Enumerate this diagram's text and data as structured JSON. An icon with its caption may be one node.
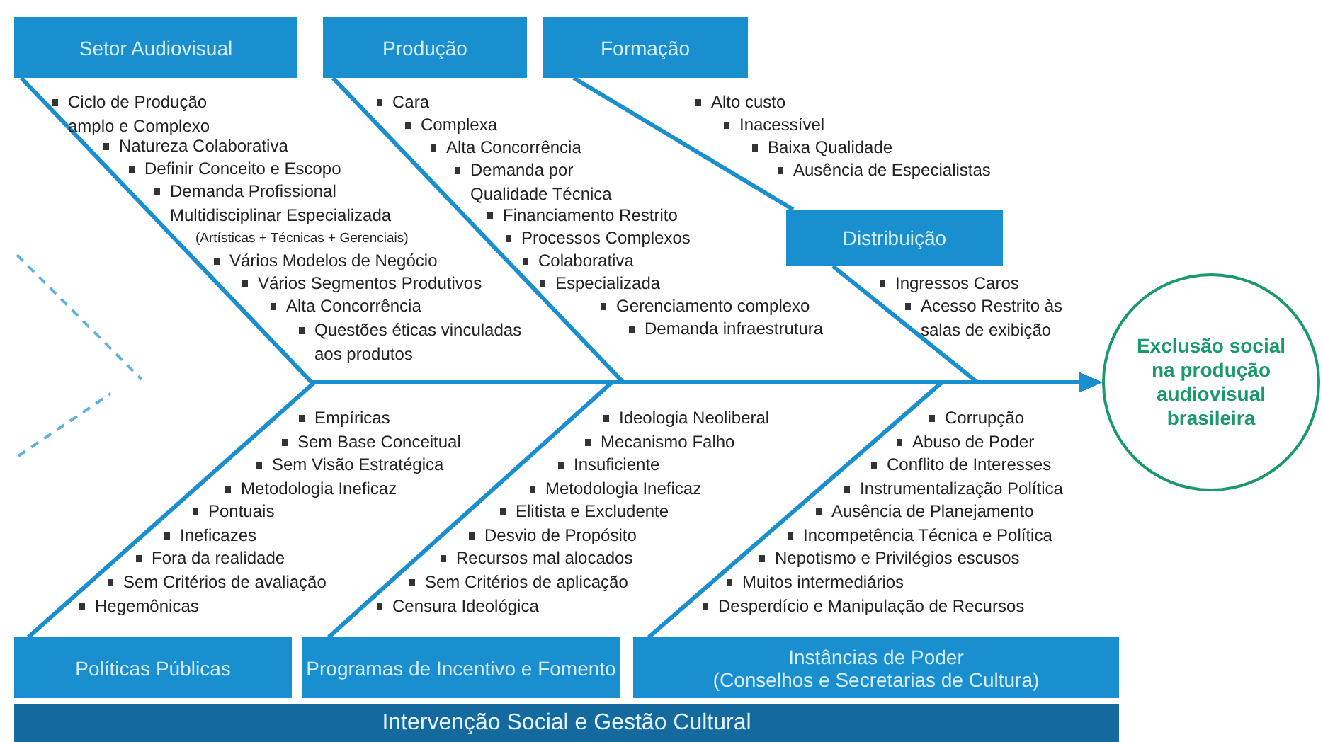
{
  "diagram": {
    "nodes": [
      {
        "text": [
          "Setor Audiovisual"
        ]
      },
      {
        "text": [
          "Produção"
        ]
      },
      {
        "text": [
          "Formação"
        ]
      },
      {
        "text": [
          "Distribuição"
        ]
      },
      {
        "text": [
          "Políticas Públicas"
        ]
      },
      {
        "text": [
          "Programas de Incentivo e Fomento"
        ]
      },
      {
        "text": [
          "Instâncias de Poder",
          "(Conselhos e Secretarias de Cultura)"
        ]
      },
      {
        "text": [
          "Intervenção Social e Gestão Cultural"
        ]
      },
      {
        "text": [
          "Exclusão social na produção audiovisual brasileira"
        ]
      }
    ],
    "edges": [
      {
        "from": 0,
        "to": 8,
        "arrow": "to"
      },
      {
        "from": 1,
        "to": 8,
        "arrow": "to"
      },
      {
        "from": 2,
        "to": 3,
        "arrow": "none"
      },
      {
        "from": 3,
        "to": 8,
        "arrow": "to"
      },
      {
        "from": 4,
        "to": 8,
        "arrow": "to"
      },
      {
        "from": 5,
        "to": 8,
        "arrow": "to"
      },
      {
        "from": 6,
        "to": 8,
        "arrow": "to"
      }
    ],
    "labels": [
      "Ciclo de Produção amplo e Complexo",
      "Natureza Colaborativa",
      "Definir Conceito e Escopo",
      "Demanda Profissional Multidisciplinar Especializada",
      "(Artísticas + Técnicas + Gerenciais)",
      "Vários Modelos de Negócio",
      "Vários Segmentos Produtivos",
      "Alta Concorrência",
      "Questões éticas vinculadas aos produtos",
      "Cara",
      "Complexa",
      "Alta Concorrência",
      "Demanda por Qualidade Técnica",
      "Financiamento Restrito",
      "Processos Complexos",
      "Colaborativa",
      "Especializada",
      "Gerenciamento complexo",
      "Demanda infraestrutura",
      "Alto custo",
      "Inacessível",
      "Baixa Qualidade",
      "Ausência de Especialistas",
      "Ingressos Caros",
      "Acesso Restrito às salas de exibição",
      "Empíricas",
      "Sem Base Conceitual",
      "Sem Visão Estratégica",
      "Metodologia Ineficaz",
      "Pontuais",
      "Ineficazes",
      "Fora da realidade",
      "Sem Critérios de avaliação",
      "Hegemônicas",
      "Ideologia Neoliberal",
      "Mecanismo Falho",
      "Insuficiente",
      "Metodologia Ineficaz",
      "Elitista e Excludente",
      "Desvio de Propósito",
      "Recursos mal alocados",
      "Sem Critérios de aplicação",
      "Censura Ideológica",
      "Corrupção",
      "Abuso de Poder",
      "Conflito de Interesses",
      "Instrumentalização Política",
      "Ausência de Planejamento",
      "Incompetência Técnica e Política",
      "Nepotismo e Privilégios escusos",
      "Muitos intermediários",
      "Desperdício e Manipulação de Recursos"
    ]
  }
}
